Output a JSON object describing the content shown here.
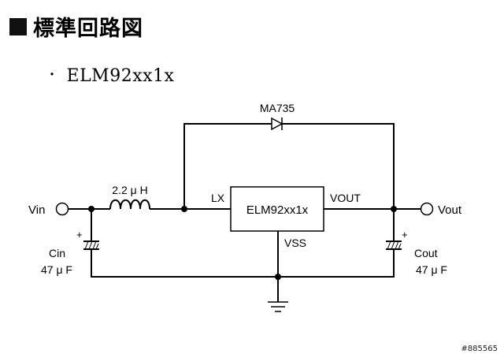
{
  "heading": {
    "bullet": "■",
    "title": "標準回路図"
  },
  "subheading": {
    "bullet": "・",
    "text": "ELM92xx1x"
  },
  "diagram": {
    "ic_label": "ELM92xx1x",
    "pin_lx": "LX",
    "pin_vout": "VOUT",
    "pin_vss": "VSS",
    "diode_label": "MA735",
    "inductor_label": "2.2 μ H",
    "vin_label": "Vin",
    "vout_label": "Vout",
    "cin_plus": "+",
    "cin_label": "Cin",
    "cin_value": "47 μ F",
    "cout_plus": "+",
    "cout_label": "Cout",
    "cout_value": "47 μ F"
  },
  "watermark": "#885565"
}
